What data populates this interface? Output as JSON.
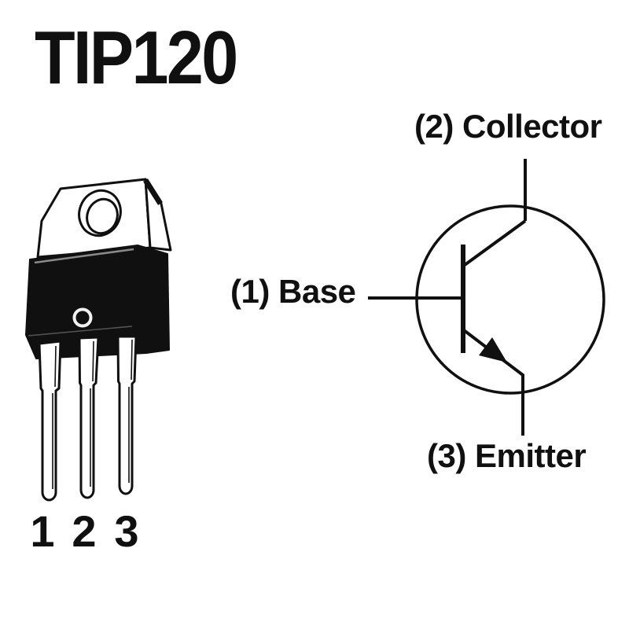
{
  "title": "TIP120",
  "colors": {
    "ink": "#101010",
    "background": "#ffffff"
  },
  "package": {
    "pins": [
      "1",
      "2",
      "3"
    ]
  },
  "schematic": {
    "labels": {
      "collector": "(2) Collector",
      "base": "(1) Base",
      "emitter": "(3) Emitter"
    }
  }
}
